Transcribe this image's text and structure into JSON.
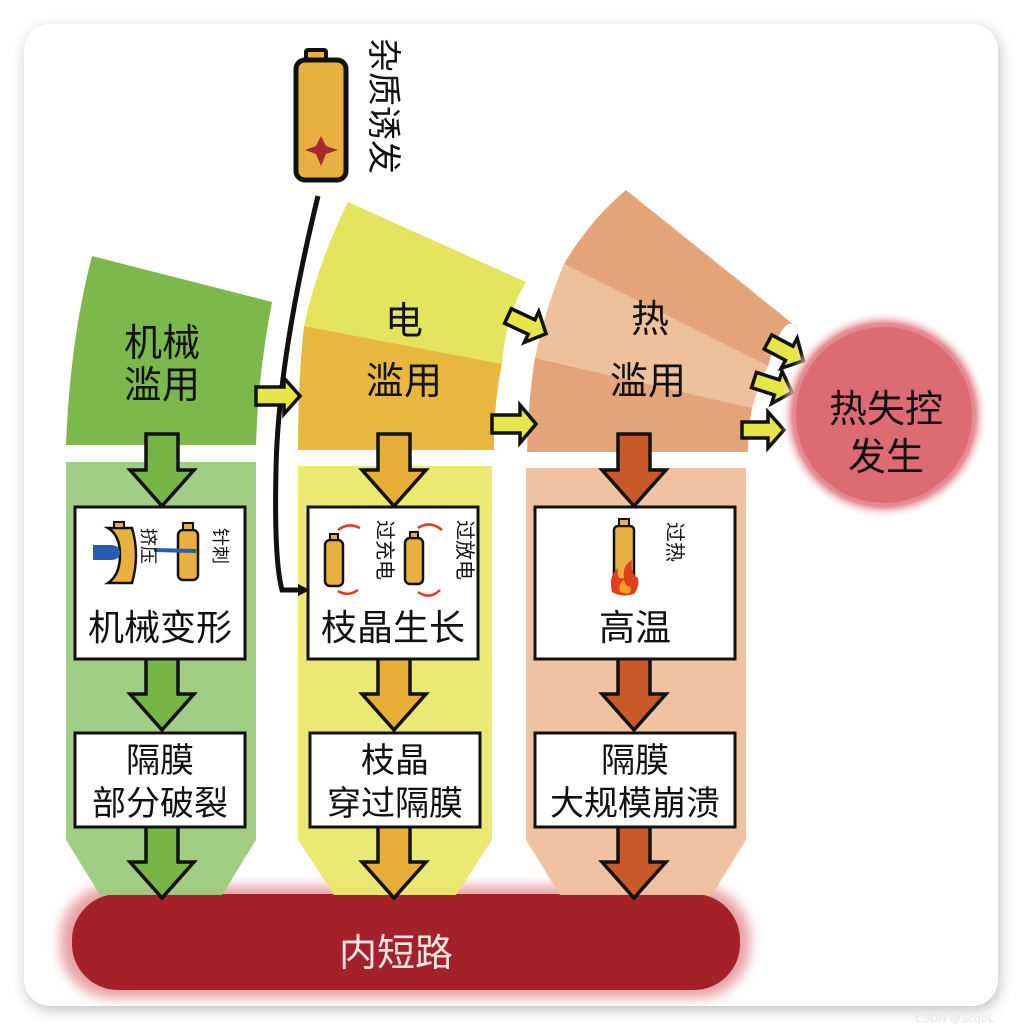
{
  "title": "锂离子电池热失控机理示意图",
  "trigger": {
    "label": "杂质诱发",
    "icon": "battery-impurity-icon"
  },
  "columns": [
    {
      "id": "mechanical",
      "header_lines": [
        "机械",
        "滥用"
      ],
      "color_top": "#7cb84c",
      "color_body": "#9ccb7d",
      "arrow_color": "#76b545",
      "box1": {
        "icons": [
          "battery-crush-icon",
          "battery-nail-icon"
        ],
        "icon_labels": [
          "挤压",
          "针刺"
        ],
        "title": "机械变形"
      },
      "box2": {
        "lines": [
          "隔膜",
          "部分破裂"
        ]
      }
    },
    {
      "id": "electrical",
      "header_lines": [
        "电",
        "滥用"
      ],
      "color_top": "#e4e45e",
      "color_mid": "#e8b83e",
      "color_body": "#e9e86b",
      "arrow_color": "#e8ad36",
      "box1": {
        "icons": [
          "battery-overcharge-icon",
          "battery-overdischarge-icon"
        ],
        "icon_labels": [
          "过充电",
          "过放电"
        ],
        "title": "枝晶生长"
      },
      "box2": {
        "lines": [
          "枝晶",
          "穿过隔膜"
        ]
      }
    },
    {
      "id": "thermal",
      "header_lines": [
        "热",
        "滥用"
      ],
      "color_top": "#e3a47a",
      "color_mid": "#efc09c",
      "color_body": "#efbf9d",
      "arrow_color": "#c85a2a",
      "box1": {
        "icons": [
          "battery-overheat-icon"
        ],
        "icon_labels": [
          "过热"
        ],
        "title": "高温"
      },
      "box2": {
        "lines": [
          "隔膜",
          "大规模崩溃"
        ]
      }
    }
  ],
  "result_circle": {
    "lines": [
      "热失控",
      "发生"
    ],
    "color": "#dc6b74"
  },
  "short_circuit": {
    "label": "内短路",
    "color": "#a32229"
  },
  "connector_arrow_color": "#e6e64a",
  "watermark": "CSDN @ScqbL"
}
